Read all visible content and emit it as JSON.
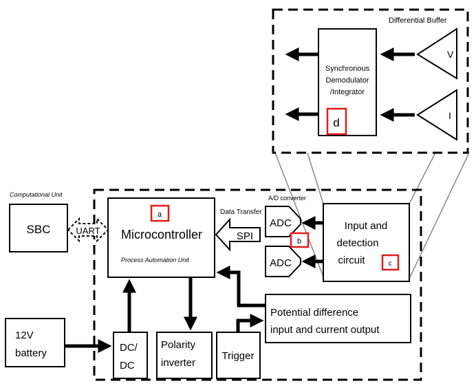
{
  "top_panel": {
    "label": "Differential Buffer",
    "sync_block": [
      "Synchronous",
      "Demodulator",
      "/Integrator"
    ],
    "amp_v": "V",
    "amp_i": "I",
    "marker_d": "d"
  },
  "main_panel": {
    "computational_unit_label": "Computational Unit",
    "sbc": "SBC",
    "uart": "UART",
    "microcontroller": "Microcontroller",
    "microcontroller_sub": "Process Automation Unit",
    "marker_a": "a",
    "data_transfer_label": "Data Transfer",
    "spi": "SPI",
    "ad_label": "A/D converter",
    "adc1": "ADC",
    "adc2": "ADC",
    "marker_b": "b",
    "input_detection": [
      "Input and",
      "detection",
      "circuit"
    ],
    "marker_c": "c",
    "potential": [
      "Potential difference",
      "input and current output"
    ],
    "battery": [
      "12V",
      "battery"
    ],
    "dcdc": [
      "DC/",
      "DC"
    ],
    "polarity": [
      "Polarity",
      "inverter"
    ],
    "trigger": "Trigger"
  },
  "colors": {
    "marker": "#e31b1b",
    "zoom_lines": "#888888"
  }
}
